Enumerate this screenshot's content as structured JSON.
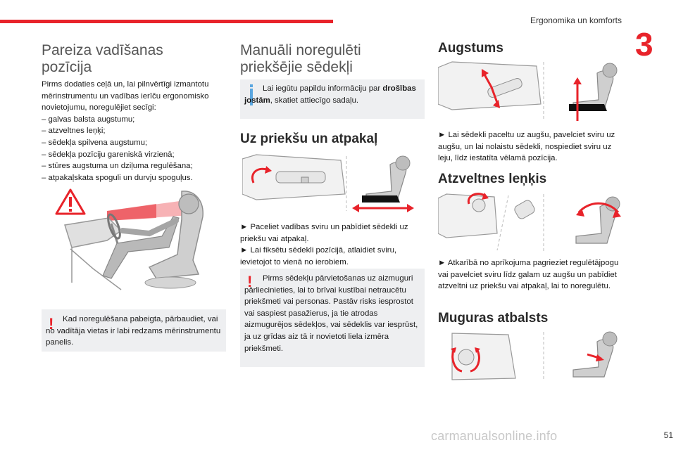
{
  "header": {
    "section_title": "Ergonomika un komforts",
    "chapter_number": "3"
  },
  "col1": {
    "title": "Pareiza vadīšanas pozīcija",
    "intro": "Pirms dodaties ceļā un, lai pilnvērtīgi izmantotu mērinstrumentu un vadības ierīču ergonomisko novietojumu, noregulējiet secīgi:",
    "items": [
      "– galvas balsta augstumu;",
      "– atzveltnes leņķi;",
      "– sēdekļa spilvena augstumu;",
      "– sēdekļa pozīciju gareniskā virzienā;",
      "– stūres augstuma un dziļuma regulēšana;",
      "– atpakaļskata spoguli un durvju spoguļus."
    ],
    "warning": "Kad noregulēšana pabeigta, pārbaudiet, vai no vadītāja vietas ir labi redzams mērinstrumentu panelis."
  },
  "col2": {
    "title": "Manuāli noregulēti priekšējie sēdekļi",
    "info_prefix": "Lai iegūtu papildu informāciju par ",
    "info_bold": "drošības jostām",
    "info_suffix": ", skatiet attiecīgo sadaļu.",
    "sub_title": "Uz priekšu un atpakaļ",
    "step1": "► Paceliet vadības sviru un pabīdiet sēdekli uz priekšu vai atpakaļ.",
    "step2": "► Lai fiksētu sēdekli pozīcijā, atlaidiet sviru, ievietojot to vienā no ierobiem.",
    "warning": "Pirms sēdekļu pārvietošanas uz aizmuguri pārliecinieties, lai to brīvai kustībai netraucētu priekšmeti vai personas. Pastāv risks iesprostot vai saspiest pasažierus, ja tie atrodas aizmugurējos sēdekļos, vai sēdeklis var iesprūst, ja uz grīdas aiz tā ir novietoti liela izmēra priekšmeti."
  },
  "col3": {
    "height_title": "Augstums",
    "height_text": "► Lai sēdekli paceltu uz augšu, pavelciet sviru uz augšu, un lai nolaistu sēdekli, nospiediet sviru uz leju, līdz iestatīta vēlamā pozīcija.",
    "angle_title": "Atzveltnes leņķis",
    "angle_text": "► Atkarībā no aprīkojuma pagrieziet regulētājpogu vai pavelciet sviru līdz galam uz augšu un pabīdiet atzveltni uz priekšu vai atpakaļ, lai to noregulētu.",
    "lumbar_title": "Muguras atbalsts"
  },
  "footer": {
    "page_number": "51",
    "watermark": "carmanualsonline.info"
  },
  "colors": {
    "accent_red": "#e8232a",
    "info_blue": "#5aa6e0",
    "box_grey": "#eeeff1"
  }
}
